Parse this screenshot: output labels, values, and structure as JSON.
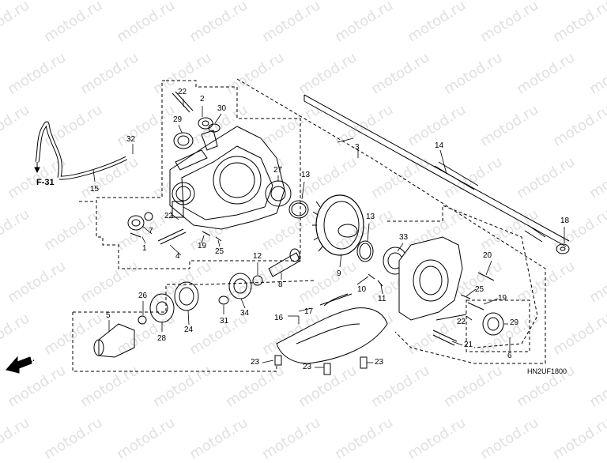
{
  "diagram": {
    "watermark": "motod.ru",
    "diagram_code": "HN2UF1800",
    "reference_label": "F-31",
    "direction_label": "FR.",
    "parts": [
      {
        "number": "1",
        "name": ""
      },
      {
        "number": "2",
        "name": ""
      },
      {
        "number": "3",
        "name": ""
      },
      {
        "number": "4",
        "name": ""
      },
      {
        "number": "5",
        "name": ""
      },
      {
        "number": "6",
        "name": ""
      },
      {
        "number": "7",
        "name": ""
      },
      {
        "number": "8",
        "name": ""
      },
      {
        "number": "9",
        "name": ""
      },
      {
        "number": "10",
        "name": ""
      },
      {
        "number": "11",
        "name": ""
      },
      {
        "number": "12",
        "name": ""
      },
      {
        "number": "13",
        "name": ""
      },
      {
        "number": "14",
        "name": ""
      },
      {
        "number": "15",
        "name": ""
      },
      {
        "number": "16",
        "name": ""
      },
      {
        "number": "17",
        "name": ""
      },
      {
        "number": "18",
        "name": ""
      },
      {
        "number": "19",
        "name": ""
      },
      {
        "number": "20",
        "name": ""
      },
      {
        "number": "21",
        "name": ""
      },
      {
        "number": "22",
        "name": ""
      },
      {
        "number": "23",
        "name": ""
      },
      {
        "number": "24",
        "name": ""
      },
      {
        "number": "25",
        "name": ""
      },
      {
        "number": "26",
        "name": ""
      },
      {
        "number": "27",
        "name": ""
      },
      {
        "number": "28",
        "name": ""
      },
      {
        "number": "29",
        "name": ""
      },
      {
        "number": "30",
        "name": ""
      },
      {
        "number": "31",
        "name": ""
      },
      {
        "number": "32",
        "name": ""
      },
      {
        "number": "33",
        "name": ""
      },
      {
        "number": "34",
        "name": ""
      }
    ]
  }
}
